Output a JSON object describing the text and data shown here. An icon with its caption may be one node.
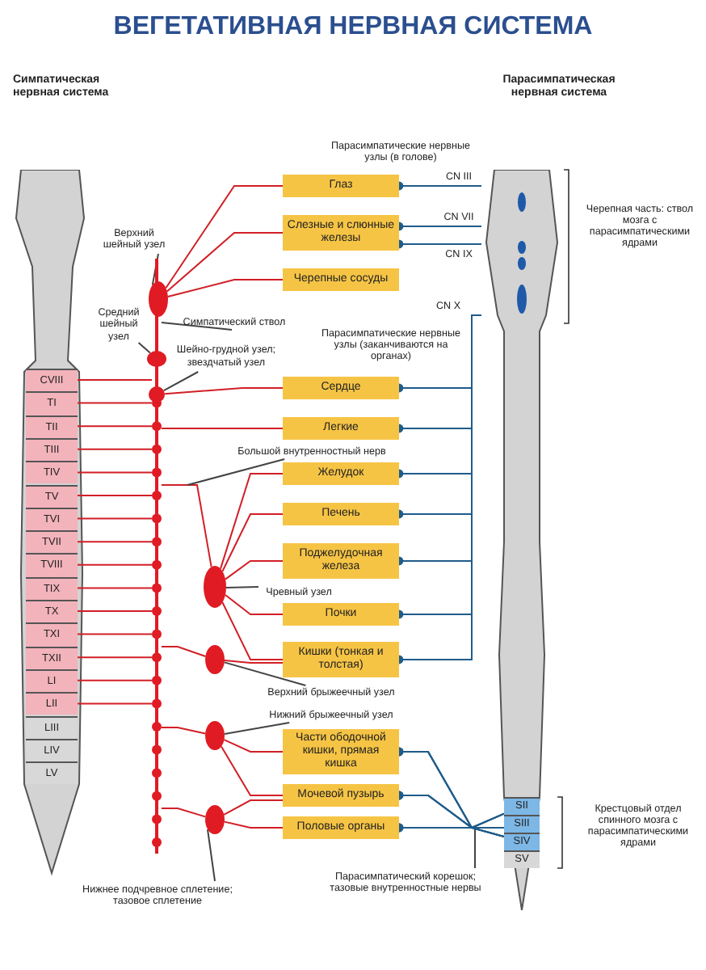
{
  "diagram": {
    "title": "ВЕГЕТАТИВНАЯ НЕРВНАЯ СИСТЕМА",
    "nodes": [
      {
        "text": [
          "Глаз"
        ]
      },
      {
        "text": [
          "Слезные и слюнные железы"
        ]
      },
      {
        "text": [
          "Черепные сосуды"
        ]
      },
      {
        "text": [
          "Сердце"
        ]
      },
      {
        "text": [
          "Легкие"
        ]
      },
      {
        "text": [
          "Желудок"
        ]
      },
      {
        "text": [
          "Печень"
        ]
      },
      {
        "text": [
          "Поджелудочная железа"
        ]
      },
      {
        "text": [
          "Почки"
        ]
      },
      {
        "text": [
          "Кишки (тонкая и толстая)"
        ]
      },
      {
        "text": [
          "Части ободочной кишки, прямая кишка"
        ]
      },
      {
        "text": [
          "Мочевой пузырь"
        ]
      },
      {
        "text": [
          "Половые органы"
        ]
      },
      {
        "text": [],
        "shape": "circle"
      },
      {
        "text": [],
        "shape": "circle"
      },
      {
        "text": [],
        "shape": "circle"
      },
      {
        "text": [],
        "shape": "circle"
      },
      {
        "text": [],
        "shape": "circle"
      },
      {
        "text": [],
        "shape": "circle"
      },
      {
        "text": [],
        "shape": "circle"
      },
      {
        "text": [
          "Верхний шейный узел"
        ]
      },
      {
        "text": [
          "Средний шейный узел"
        ]
      },
      {
        "text": [
          "Шейно-грудной узел; звездчатый узел"
        ]
      },
      {
        "text": [
          "Симпатический ствол"
        ]
      },
      {
        "text": [
          "Большой внутренностный нерв"
        ]
      },
      {
        "text": [
          "Чревный узел"
        ]
      },
      {
        "text": [
          "Верхний брыжеечный узел"
        ]
      },
      {
        "text": [
          "Нижний брыжеечный узел"
        ]
      },
      {
        "text": [
          "Нижнее подчревное сплетение; тазовое сплетение"
        ]
      },
      {
        "text": [],
        "shape": "picture"
      },
      {
        "text": [
          "CVIII"
        ],
        "in": 29
      },
      {
        "text": [
          "TI"
        ],
        "in": 29
      },
      {
        "text": [
          "TII"
        ],
        "in": 29
      },
      {
        "text": [
          "TIII"
        ],
        "in": 29
      },
      {
        "text": [
          "TIV"
        ],
        "in": 29
      },
      {
        "text": [
          "TV"
        ],
        "in": 29
      },
      {
        "text": [
          "TVI"
        ],
        "in": 29
      },
      {
        "text": [
          "TVII"
        ],
        "in": 29
      },
      {
        "text": [
          "TVIII"
        ],
        "in": 29
      },
      {
        "text": [
          "TIX"
        ],
        "in": 29
      },
      {
        "text": [
          "TX"
        ],
        "in": 29
      },
      {
        "text": [
          "TXI"
        ],
        "in": 29
      },
      {
        "text": [
          "TXII"
        ],
        "in": 29
      },
      {
        "text": [
          "LI"
        ],
        "in": 29
      },
      {
        "text": [
          "LII"
        ],
        "in": 29
      },
      {
        "text": [
          "LIII"
        ],
        "in": 29
      },
      {
        "text": [
          "LIV"
        ],
        "in": 29
      },
      {
        "text": [
          "LV"
        ],
        "in": 29
      },
      {
        "text": [],
        "shape": "bar"
      },
      {
        "text": [],
        "shape": "picture"
      },
      {
        "text": [
          "SII"
        ],
        "in": 49
      },
      {
        "text": [
          "SIII"
        ],
        "in": 49
      },
      {
        "text": [
          "SIV"
        ],
        "in": 49
      },
      {
        "text": [
          "SV"
        ],
        "in": 49
      },
      {
        "text": [
          "Парасимпатический корешок; тазовые внутренностные нервы"
        ]
      }
    ],
    "edges": [
      {
        "from": 0,
        "to": 49,
        "arrow": "other",
        "label": "CN III",
        "color": "#1f5c8a"
      },
      {
        "from": 1,
        "to": 49,
        "arrow": "other",
        "label": "CN VII",
        "color": "#1f5c8a"
      },
      {
        "from": 1,
        "to": 49,
        "arrow": "other",
        "label": "CN IX",
        "color": "#1f5c8a"
      },
      {
        "from": 3,
        "to": 49,
        "arrow": "other",
        "color": "#1f5c8a"
      },
      {
        "from": 4,
        "to": 49,
        "arrow": "other",
        "color": "#1f5c8a"
      },
      {
        "from": 5,
        "to": 49,
        "arrow": "other",
        "color": "#1f5c8a"
      },
      {
        "from": 6,
        "to": 49,
        "arrow": "other",
        "color": "#1f5c8a"
      },
      {
        "from": 7,
        "to": 49,
        "arrow": "other",
        "color": "#1f5c8a"
      },
      {
        "from": 8,
        "to": 49,
        "arrow": "other",
        "color": "#1f5c8a"
      },
      {
        "from": 9,
        "to": 49,
        "arrow": "other",
        "color": "#1f5c8a"
      },
      {
        "from": 10,
        "to": 50,
        "arrow": "other",
        "color": "#1f5c8a"
      },
      {
        "from": 10,
        "to": 51,
        "arrow": "other",
        "color": "#1f5c8a"
      },
      {
        "from": 10,
        "to": 52,
        "arrow": "other",
        "color": "#1f5c8a"
      },
      {
        "from": 11,
        "to": 50,
        "arrow": "other",
        "color": "#1f5c8a"
      },
      {
        "from": 11,
        "to": 51,
        "arrow": "other",
        "color": "#1f5c8a"
      },
      {
        "from": 11,
        "to": 52,
        "arrow": "other",
        "color": "#1f5c8a"
      },
      {
        "from": 12,
        "to": 50,
        "arrow": "other",
        "color": "#1f5c8a"
      },
      {
        "from": 12,
        "to": 51,
        "arrow": "other",
        "color": "#1f5c8a"
      },
      {
        "from": 12,
        "to": 52,
        "arrow": "other",
        "color": "#1f5c8a"
      },
      {
        "from": 13,
        "to": 0,
        "arrow": "none"
      },
      {
        "from": 13,
        "to": 1,
        "arrow": "none"
      },
      {
        "from": 13,
        "to": 2,
        "arrow": "none"
      },
      {
        "from": 15,
        "to": 3,
        "arrow": "none"
      },
      {
        "from": 48,
        "to": 4,
        "arrow": "none"
      },
      {
        "from": 48,
        "to": 16,
        "arrow": "none"
      },
      {
        "from": 48,
        "to": 17,
        "arrow": "none"
      },
      {
        "from": 48,
        "to": 18,
        "arrow": "none"
      },
      {
        "from": 48,
        "to": 19,
        "arrow": "none"
      },
      {
        "from": 16,
        "to": 5,
        "arrow": "none"
      },
      {
        "from": 16,
        "to": 6,
        "arrow": "none"
      },
      {
        "from": 16,
        "to": 7,
        "arrow": "none"
      },
      {
        "from": 16,
        "to": 8,
        "arrow": "none"
      },
      {
        "from": 16,
        "to": 9,
        "arrow": "none"
      },
      {
        "from": 17,
        "to": 9,
        "arrow": "none"
      },
      {
        "from": 18,
        "to": 10,
        "arrow": "none"
      },
      {
        "from": 18,
        "to": 11,
        "arrow": "none"
      },
      {
        "from": 19,
        "to": 11,
        "arrow": "none"
      },
      {
        "from": 19,
        "to": 12,
        "arrow": "none"
      },
      {
        "from": 30,
        "to": 48,
        "arrow": "none"
      },
      {
        "from": 31,
        "to": 48,
        "arrow": "none"
      },
      {
        "from": 32,
        "to": 48,
        "arrow": "none"
      },
      {
        "from": 33,
        "to": 48,
        "arrow": "none"
      },
      {
        "from": 34,
        "to": 48,
        "arrow": "none"
      },
      {
        "from": 35,
        "to": 48,
        "arrow": "none"
      },
      {
        "from": 36,
        "to": 48,
        "arrow": "none"
      },
      {
        "from": 37,
        "to": 48,
        "arrow": "none"
      },
      {
        "from": 38,
        "to": 48,
        "arrow": "none"
      },
      {
        "from": 39,
        "to": 48,
        "arrow": "none"
      },
      {
        "from": 40,
        "to": 48,
        "arrow": "none"
      },
      {
        "from": 41,
        "to": 48,
        "arrow": "none"
      },
      {
        "from": 42,
        "to": 48,
        "arrow": "none"
      },
      {
        "from": 43,
        "to": 48,
        "arrow": "none"
      },
      {
        "from": 44,
        "to": 48,
        "arrow": "none"
      },
      {
        "from": 20,
        "to": 13,
        "arrow": "none",
        "color": "#444444"
      },
      {
        "from": 21,
        "to": 14,
        "arrow": "none",
        "color": "#444444"
      },
      {
        "from": 22,
        "to": 15,
        "arrow": "none",
        "color": "#444444"
      },
      {
        "from": 23,
        "to": 48,
        "arrow": "none",
        "color": "#444444"
      },
      {
        "from": 24,
        "to": null,
        "arrow": "none",
        "color": "#444444"
      },
      {
        "from": 25,
        "to": 16,
        "arrow": "none",
        "color": "#444444"
      },
      {
        "from": 26,
        "to": 17,
        "arrow": "none",
        "color": "#444444"
      },
      {
        "from": 27,
        "to": 18,
        "arrow": "none",
        "color": "#444444"
      },
      {
        "from": 28,
        "to": 19,
        "arrow": "none",
        "color": "#444444"
      },
      {
        "from": 54,
        "to": null,
        "arrow": "none",
        "color": "#444444"
      }
    ],
    "labels": [
      "Симпатическая нервная система",
      "Парасимпатическая нервная система",
      "Парасимпатические нервные узлы (в голове)",
      "Черепная часть: ствол мозга с парасимпатическими ядрами",
      "CN X",
      "Парасимпатические нервные узлы (заканчиваются на органах)",
      "Крестцовый отдел спинного мозга с парасимпатическими ядрами"
    ]
  }
}
